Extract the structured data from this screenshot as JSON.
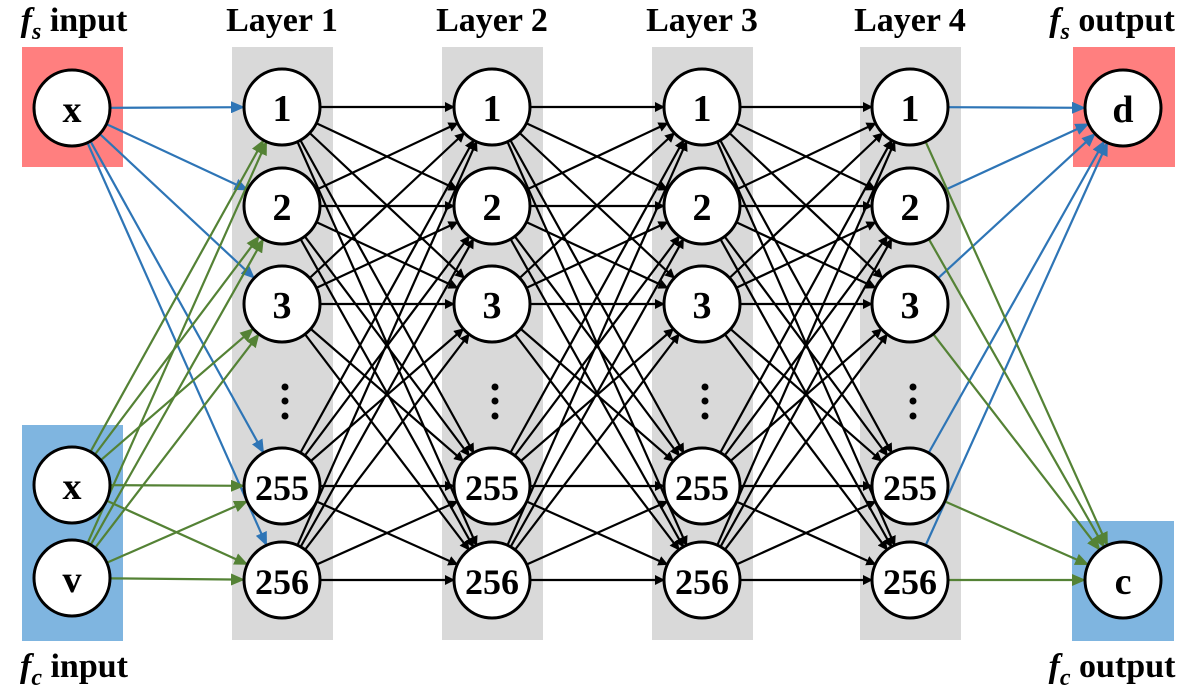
{
  "title_labels": {
    "fs_input": {
      "italic": "f",
      "sub": "s",
      "text": " input"
    },
    "fc_input": {
      "italic": "f",
      "sub": "c",
      "text": " input"
    },
    "fs_output": {
      "italic": "f",
      "sub": "s",
      "text": " output"
    },
    "fc_output": {
      "italic": "f",
      "sub": "c",
      "text": " output"
    }
  },
  "inputs": {
    "fs": [
      "x"
    ],
    "fc": [
      "x",
      "v"
    ]
  },
  "layers": [
    {
      "label": "Layer 1",
      "nodes": [
        "1",
        "2",
        "3",
        "255",
        "256"
      ]
    },
    {
      "label": "Layer 2",
      "nodes": [
        "1",
        "2",
        "3",
        "255",
        "256"
      ]
    },
    {
      "label": "Layer 3",
      "nodes": [
        "1",
        "2",
        "3",
        "255",
        "256"
      ]
    },
    {
      "label": "Layer 4",
      "nodes": [
        "1",
        "2",
        "3",
        "255",
        "256"
      ]
    }
  ],
  "outputs": {
    "fs": [
      "d"
    ],
    "fc": [
      "c"
    ]
  },
  "ellipsis": "⋮",
  "colors": {
    "fs_box": "#ff7f7f",
    "fc_box": "#7fb5e0",
    "layer_box": "#d9d9d9",
    "fs_edge": "#2e75b6",
    "fc_edge": "#548235",
    "hidden_edge": "#000000"
  }
}
